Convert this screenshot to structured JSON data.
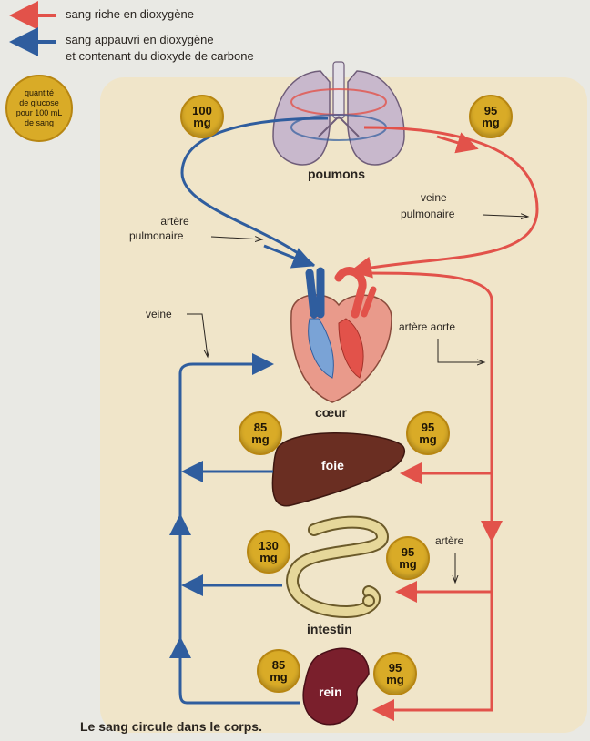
{
  "legend": {
    "oxygenated": "sang riche en dioxygène",
    "deoxygenated_line1": "sang appauvri en dioxygène",
    "deoxygenated_line2": "et contenant du dioxyde de carbone"
  },
  "key_badge": {
    "line1": "quantité",
    "line2": "de glucose",
    "line3": "pour 100 mL",
    "line4": "de sang"
  },
  "organs": {
    "lungs": "poumons",
    "heart": "cœur",
    "liver": "foie",
    "intestine": "intestin",
    "kidney": "rein"
  },
  "vessels": {
    "pulmonary_artery_1": "artère",
    "pulmonary_artery_2": "pulmonaire",
    "pulmonary_vein_1": "veine",
    "pulmonary_vein_2": "pulmonaire",
    "vein": "veine",
    "aorta": "artère aorte",
    "artery": "artère"
  },
  "glucose": {
    "lungs_in": {
      "value": "100",
      "unit": "mg"
    },
    "lungs_out": {
      "value": "95",
      "unit": "mg"
    },
    "liver_out": {
      "value": "85",
      "unit": "mg"
    },
    "liver_in": {
      "value": "95",
      "unit": "mg"
    },
    "intestine_out": {
      "value": "130",
      "unit": "mg"
    },
    "intestine_in": {
      "value": "95",
      "unit": "mg"
    },
    "kidney_out": {
      "value": "85",
      "unit": "mg"
    },
    "kidney_in": {
      "value": "95",
      "unit": "mg"
    }
  },
  "caption": "Le sang circule dans le corps.",
  "colors": {
    "oxygenated": "#e2524a",
    "deoxygenated": "#2f5d9e",
    "badge": "#d9ab27",
    "panel": "#f0e5c9"
  }
}
